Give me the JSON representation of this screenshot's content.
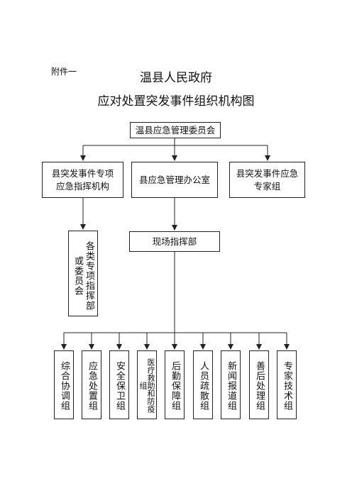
{
  "attachment_label": "附件一",
  "title_line1": "温县人民政府",
  "title_line2": "应对处置突发事件组织机构图",
  "nodes": {
    "committee": "温县应急管理委员会",
    "special_command": "县突发事件专项\n应急指挥机构",
    "office": "县应急管理办公室",
    "expert_team": "县突发事件应急\n专家组",
    "various_command": "各类专项指挥部\n或委员会",
    "onsite_command": "现场指挥部"
  },
  "groups": [
    "综合协调组",
    "应急处置组",
    "安全保卫组",
    "医疗救助和防疫组",
    "后勤保障组",
    "人员疏散组",
    "新闻报道组",
    "善后处理组",
    "专家技术组"
  ]
}
